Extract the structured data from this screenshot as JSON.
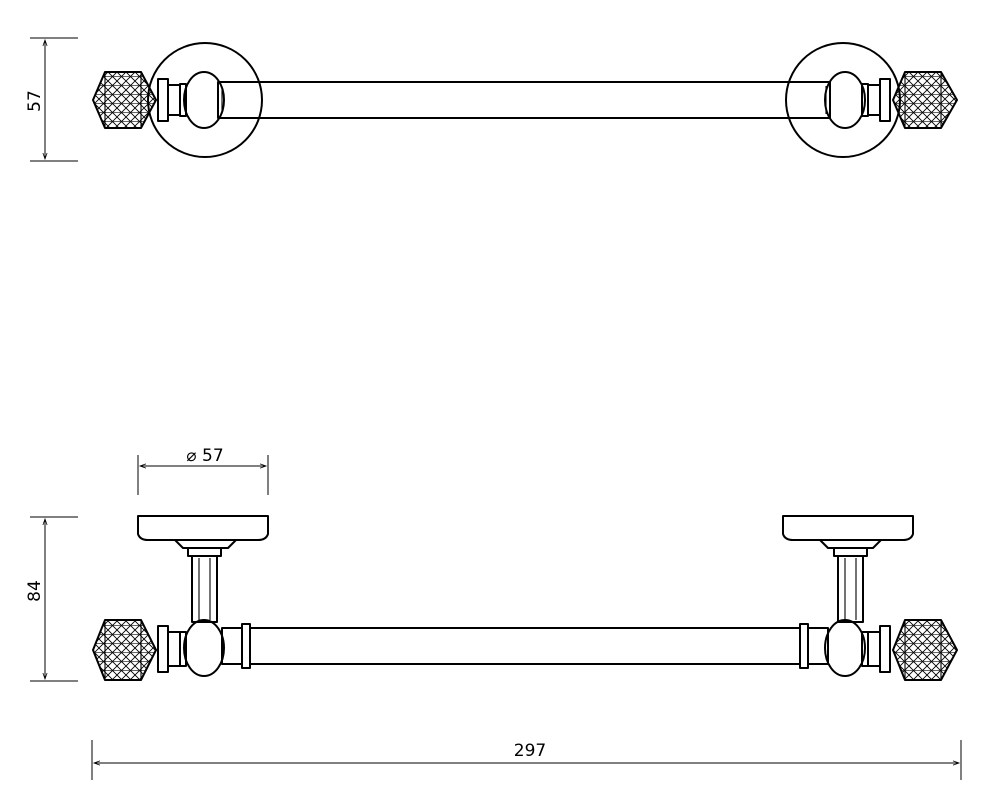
{
  "dimensions": {
    "height_top_view": "57",
    "height_front_view": "84",
    "flange_diameter": "⌀ 57",
    "overall_length": "297"
  }
}
